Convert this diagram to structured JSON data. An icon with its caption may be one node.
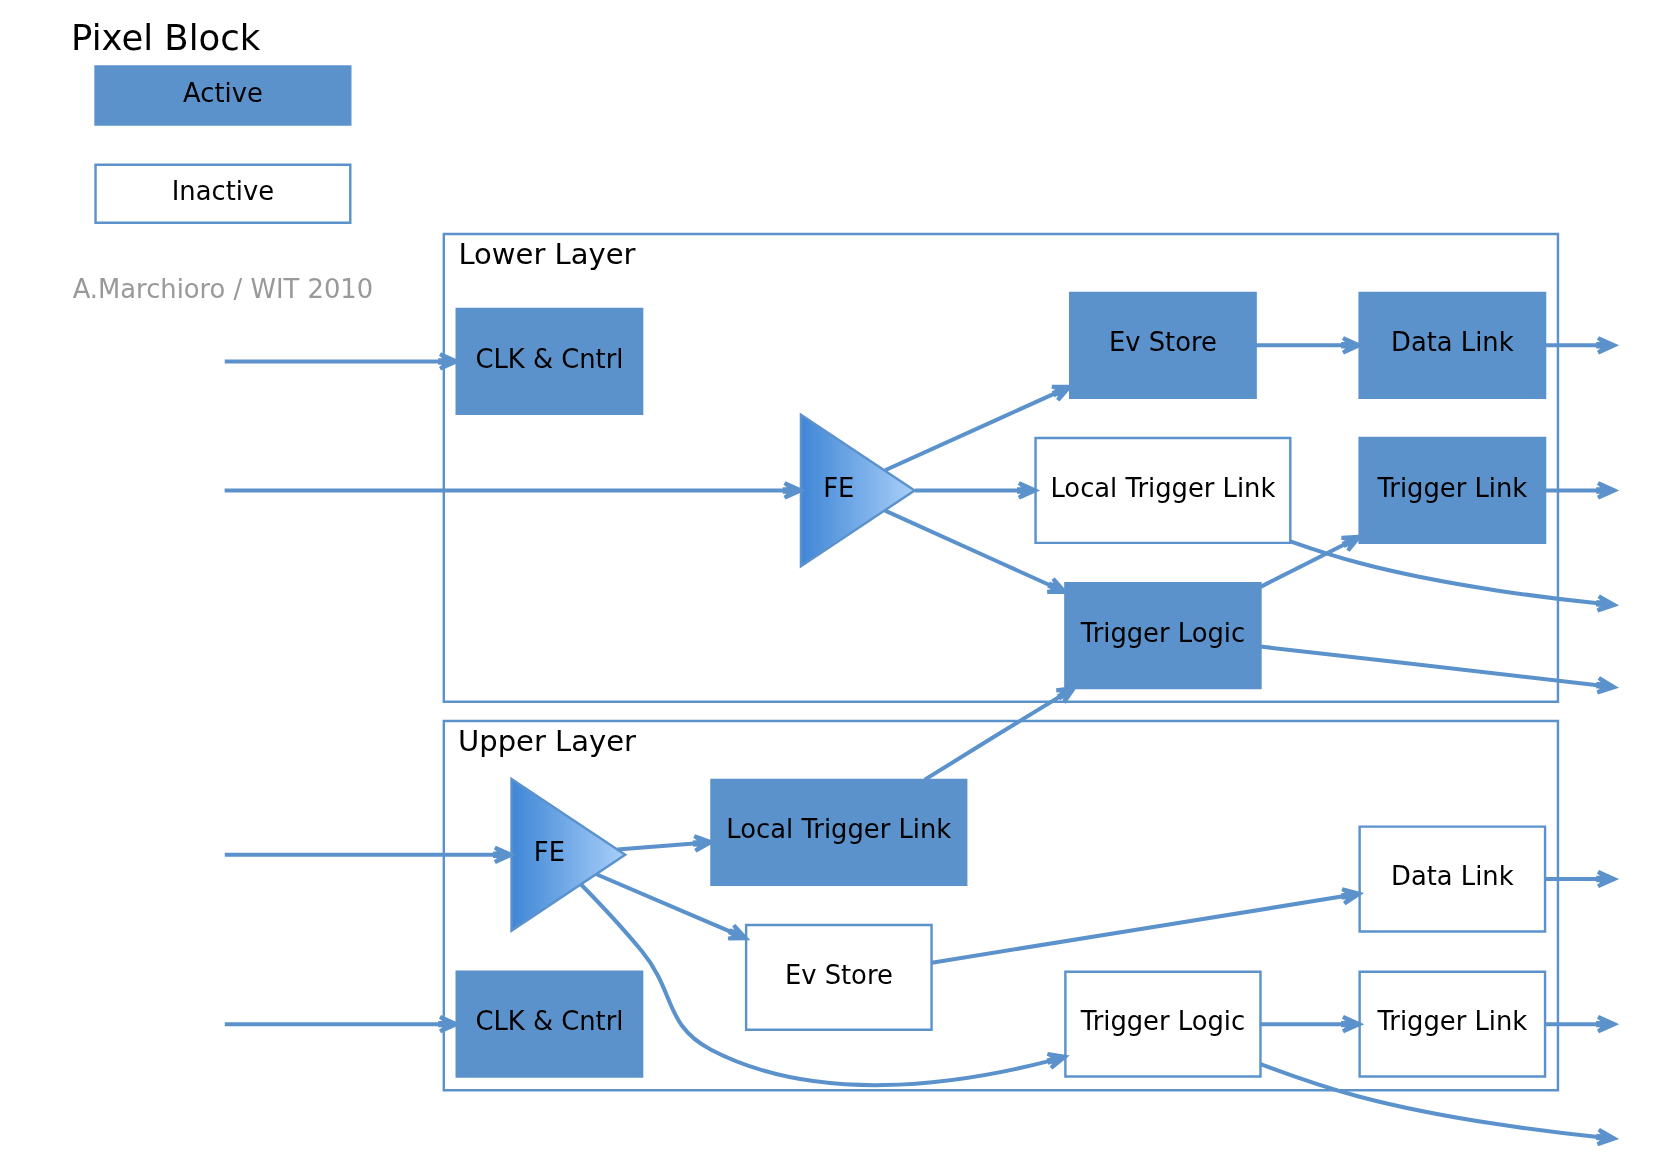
{
  "diagram": {
    "title": "Pixel Block",
    "nodes": [
      {
        "text": [
          "Upper Layer"
        ]
      },
      {
        "text": [
          "FE"
        ],
        "in": 0
      },
      {
        "text": [
          "Ev Store"
        ],
        "in": 0
      },
      {
        "text": [
          "Data Link"
        ],
        "in": 0
      },
      {
        "text": [
          "Trigger Logic"
        ],
        "in": 0
      },
      {
        "text": [
          "Trigger Link"
        ],
        "in": 0
      },
      {
        "text": [
          "Local Trigger Link"
        ],
        "in": 0
      },
      {
        "text": [
          "CLK & Cntrl"
        ],
        "in": 0
      },
      {
        "text": [
          "Lower Layer"
        ]
      },
      {
        "text": [
          "FE"
        ],
        "in": 8
      },
      {
        "text": [
          "Ev Store"
        ],
        "in": 8
      },
      {
        "text": [
          "Data Link"
        ],
        "in": 8
      },
      {
        "text": [
          "Trigger Logic"
        ],
        "in": 8
      },
      {
        "text": [
          "Trigger Link"
        ],
        "in": 8
      },
      {
        "text": [
          "Local Trigger Link"
        ],
        "in": 8
      },
      {
        "text": [
          "CLK & Cntrl"
        ],
        "in": 8
      }
    ],
    "edges": [
      {
        "from": null,
        "to": 1,
        "arrow": "to"
      },
      {
        "from": 1,
        "to": 2,
        "arrow": "to"
      },
      {
        "from": 1,
        "to": 4,
        "arrow": "to"
      },
      {
        "from": 1,
        "to": 6,
        "arrow": "to"
      },
      {
        "from": 2,
        "to": 3,
        "arrow": "to"
      },
      {
        "from": 4,
        "to": 5,
        "arrow": "to"
      },
      {
        "from": 3,
        "to": null,
        "arrow": "to"
      },
      {
        "from": 5,
        "to": null,
        "arrow": "to"
      },
      {
        "from": null,
        "to": 7,
        "arrow": "to"
      },
      {
        "from": 4,
        "to": null,
        "arrow": "to"
      },
      {
        "from": 6,
        "to": 12,
        "arrow": "to"
      },
      {
        "from": null,
        "to": 9,
        "arrow": "to"
      },
      {
        "from": 9,
        "to": 10,
        "arrow": "to"
      },
      {
        "from": 9,
        "to": 12,
        "arrow": "to"
      },
      {
        "from": 9,
        "to": 14,
        "arrow": "to"
      },
      {
        "from": 10,
        "to": 11,
        "arrow": "to"
      },
      {
        "from": 12,
        "to": 13,
        "arrow": "to"
      },
      {
        "from": 11,
        "to": null,
        "arrow": "to"
      },
      {
        "from": 13,
        "to": null,
        "arrow": "to"
      },
      {
        "from": null,
        "to": 15,
        "arrow": "to"
      },
      {
        "from": 12,
        "to": null,
        "arrow": "to"
      },
      {
        "from": 14,
        "to": null,
        "arrow": "to"
      }
    ],
    "labels": [
      "A.Marchioro / WIT 2010"
    ],
    "legend": [
      {
        "text": "Active",
        "color": "#5b92cc"
      },
      {
        "text": "Inactive",
        "color": "#ffffff"
      }
    ]
  }
}
